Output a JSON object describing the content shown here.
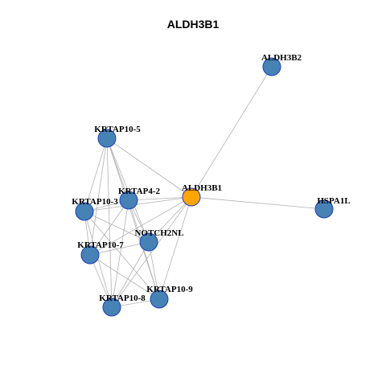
{
  "title": "ALDH3B1",
  "colors": {
    "center_node": "#ffa500",
    "node": "#4682b4",
    "node_border": "#1f3fbf",
    "edge": "#b3b3b3"
  },
  "nodes": [
    {
      "id": "ALDH3B1",
      "label": "ALDH3B1",
      "center": true
    },
    {
      "id": "ALDH3B2",
      "label": "ALDH3B2"
    },
    {
      "id": "HSPA1L",
      "label": "HSPA1L"
    },
    {
      "id": "KRTAP10-5",
      "label": "KRTAP10-5"
    },
    {
      "id": "KRTAP4-2",
      "label": "KRTAP4-2"
    },
    {
      "id": "KRTAP10-3",
      "label": "KRTAP10-3"
    },
    {
      "id": "NOTCH2NL",
      "label": "NOTCH2NL"
    },
    {
      "id": "KRTAP10-7",
      "label": "KRTAP10-7"
    },
    {
      "id": "KRTAP10-9",
      "label": "KRTAP10-9"
    },
    {
      "id": "KRTAP10-8",
      "label": "KRTAP10-8"
    }
  ],
  "edges": [
    [
      "ALDH3B1",
      "ALDH3B2"
    ],
    [
      "ALDH3B1",
      "HSPA1L"
    ],
    [
      "ALDH3B1",
      "KRTAP10-5"
    ],
    [
      "ALDH3B1",
      "KRTAP4-2"
    ],
    [
      "ALDH3B1",
      "KRTAP10-3"
    ],
    [
      "ALDH3B1",
      "NOTCH2NL"
    ],
    [
      "ALDH3B1",
      "KRTAP10-7"
    ],
    [
      "ALDH3B1",
      "KRTAP10-9"
    ],
    [
      "ALDH3B1",
      "KRTAP10-8"
    ],
    [
      "KRTAP10-5",
      "KRTAP4-2"
    ],
    [
      "KRTAP10-5",
      "KRTAP10-3"
    ],
    [
      "KRTAP10-5",
      "NOTCH2NL"
    ],
    [
      "KRTAP10-5",
      "KRTAP10-7"
    ],
    [
      "KRTAP10-5",
      "KRTAP10-9"
    ],
    [
      "KRTAP10-5",
      "KRTAP10-8"
    ],
    [
      "KRTAP4-2",
      "KRTAP10-3"
    ],
    [
      "KRTAP4-2",
      "NOTCH2NL"
    ],
    [
      "KRTAP4-2",
      "KRTAP10-7"
    ],
    [
      "KRTAP4-2",
      "KRTAP10-9"
    ],
    [
      "KRTAP4-2",
      "KRTAP10-8"
    ],
    [
      "KRTAP10-3",
      "NOTCH2NL"
    ],
    [
      "KRTAP10-3",
      "KRTAP10-7"
    ],
    [
      "KRTAP10-3",
      "KRTAP10-9"
    ],
    [
      "KRTAP10-3",
      "KRTAP10-8"
    ],
    [
      "NOTCH2NL",
      "KRTAP10-7"
    ],
    [
      "NOTCH2NL",
      "KRTAP10-9"
    ],
    [
      "NOTCH2NL",
      "KRTAP10-8"
    ],
    [
      "KRTAP10-7",
      "KRTAP10-9"
    ],
    [
      "KRTAP10-7",
      "KRTAP10-8"
    ],
    [
      "KRTAP10-9",
      "KRTAP10-8"
    ]
  ]
}
